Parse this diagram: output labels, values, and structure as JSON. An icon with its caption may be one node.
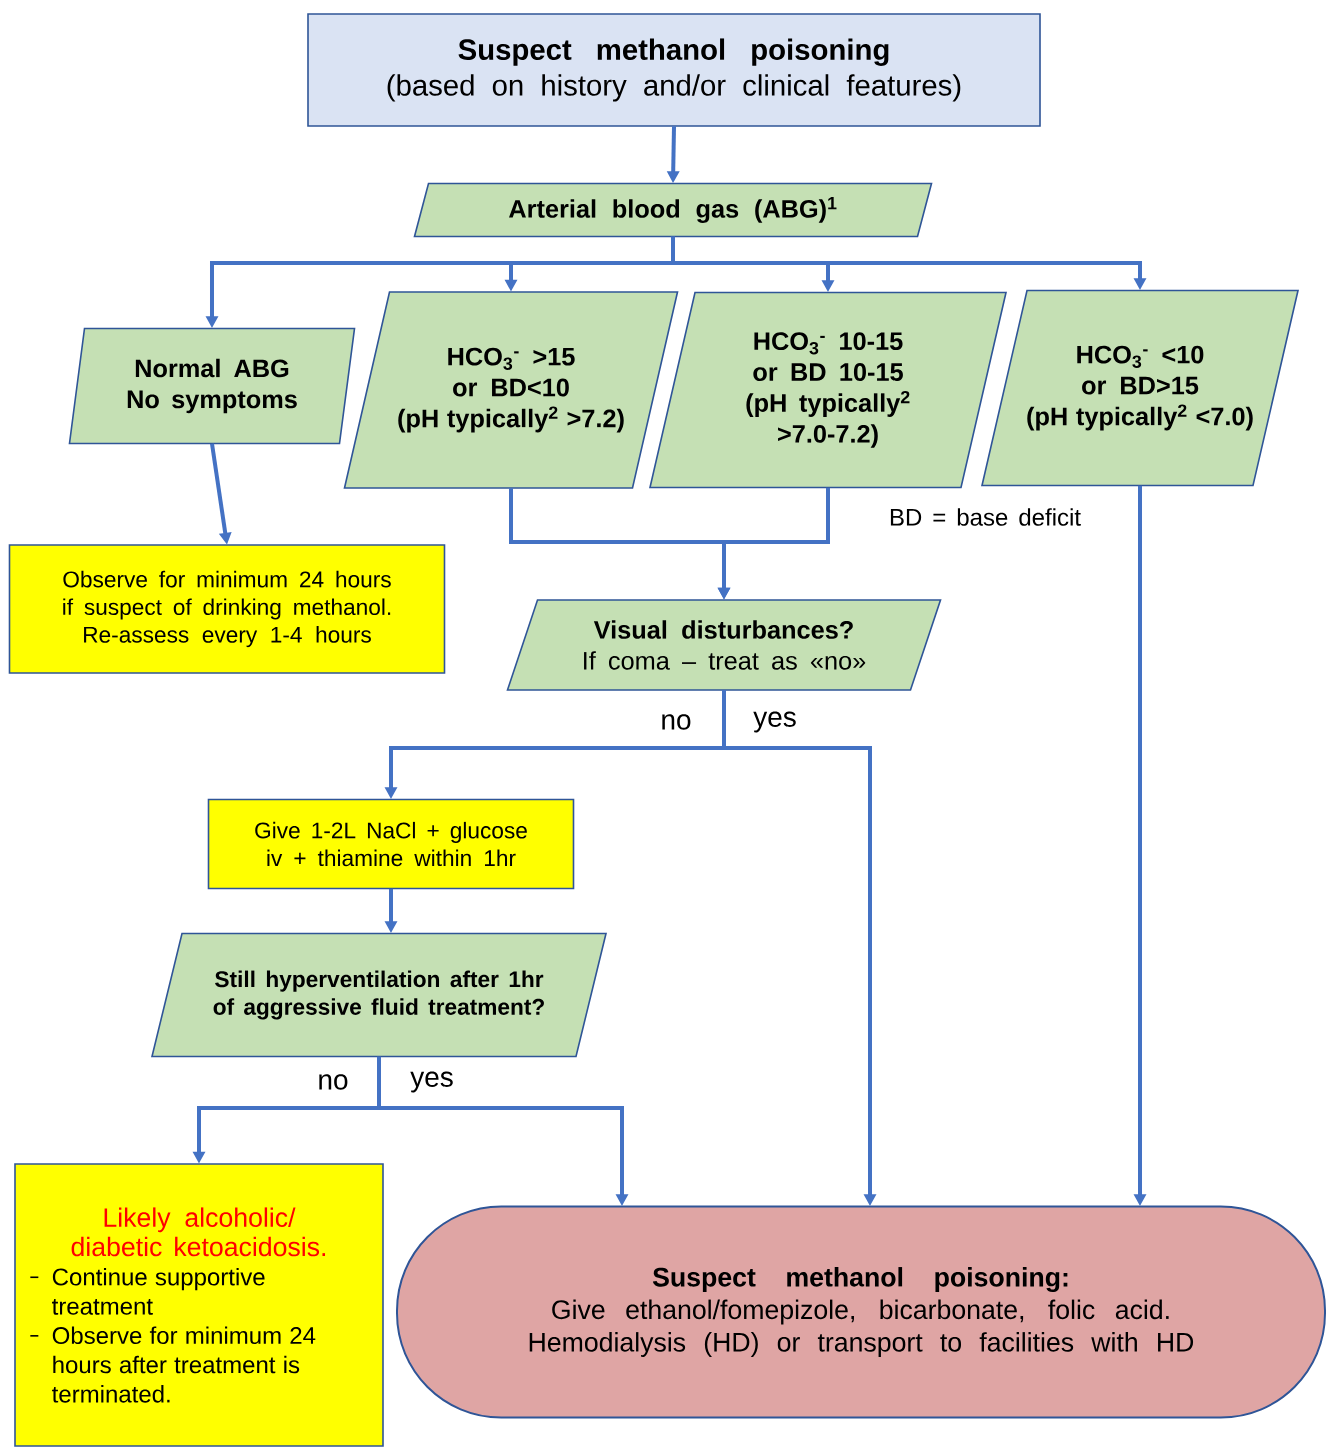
{
  "diagram": {
    "nodes": [
      {
        "text": [
          "Suspect methanol poisoning",
          "(based on history and/or clinical features)"
        ]
      },
      {
        "text": [
          "Arterial blood gas (ABG)$^{1}$"
        ]
      },
      {
        "text": [
          "Normal ABG",
          "No symptoms"
        ]
      },
      {
        "text": [
          "HCO$_{3}$$^{-}$ >15 or BD<10",
          "(pH typically$^{2}$ >7.2)"
        ]
      },
      {
        "text": [
          "HCO$_{3}$$^{-}$ 10-15 or BD 10-15",
          "(pH typically$^{2}$ >7.0-7.2)"
        ]
      },
      {
        "text": [
          "HCO$_{3}$$^{-}$ <10 or BD>15",
          "(pH typically$^{2}$ <7.0)"
        ]
      },
      {
        "text": [
          "Observe for minimum 24 hours if suspect of drinking methanol. Re-assess every 1-4 hours"
        ]
      },
      {
        "text": [
          "Visual disturbances?",
          "If coma – treat as «no»"
        ]
      },
      {
        "text": [
          "Give 1-2L NaCl + glucose iv + thiamine within 1hr"
        ]
      },
      {
        "text": [
          "Still hyperventilation after 1hr of aggressive fluid treatment?"
        ]
      },
      {
        "text": [
          "Likely alcoholic/ diabetic ketoacidosis.",
          "Continue supportive treatment",
          "Observe for minimum 24 hours after treatment is terminated."
        ]
      },
      {
        "text": [
          "Suspect methanol poisoning:",
          "Give ethanol/fomepizole, bicarbonate, folic acid.",
          "Hemodialysis (HD) or transport to facilities with HD"
        ]
      }
    ],
    "edges": [
      {
        "from": 0,
        "to": 1,
        "arrow": "to"
      },
      {
        "from": 1,
        "to": 2,
        "arrow": "to"
      },
      {
        "from": 1,
        "to": 3,
        "arrow": "to"
      },
      {
        "from": 1,
        "to": 4,
        "arrow": "to"
      },
      {
        "from": 1,
        "to": 5,
        "arrow": "to"
      },
      {
        "from": 2,
        "to": 6,
        "arrow": "to"
      },
      {
        "from": 3,
        "to": 7,
        "arrow": "to"
      },
      {
        "from": 4,
        "to": 7,
        "arrow": "to"
      },
      {
        "from": 5,
        "to": 11,
        "arrow": "to"
      },
      {
        "from": 7,
        "to": 8,
        "arrow": "to",
        "label": "no"
      },
      {
        "from": 7,
        "to": 11,
        "arrow": "to",
        "label": "yes"
      },
      {
        "from": 8,
        "to": 9,
        "arrow": "to"
      },
      {
        "from": 9,
        "to": 10,
        "arrow": "to",
        "label": "no"
      },
      {
        "from": 9,
        "to": 11,
        "arrow": "to",
        "label": "yes"
      }
    ],
    "labels": [
      "BD = base deficit"
    ]
  }
}
